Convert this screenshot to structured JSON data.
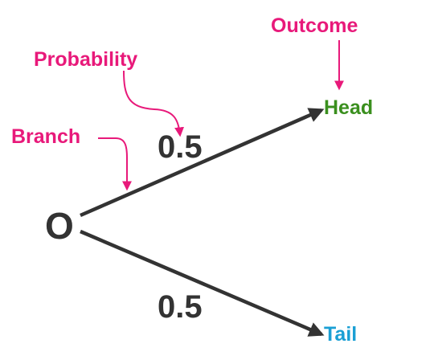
{
  "diagram": {
    "origin_label": "O",
    "branches": [
      {
        "probability": "0.5",
        "outcome": "Head",
        "outcome_color": "#3a8f1e"
      },
      {
        "probability": "0.5",
        "outcome": "Tail",
        "outcome_color": "#1a9fd4"
      }
    ],
    "annotations": {
      "outcome": "Outcome",
      "probability": "Probability",
      "branch": "Branch",
      "color": "#e8197a"
    },
    "line_color": "#333333"
  }
}
